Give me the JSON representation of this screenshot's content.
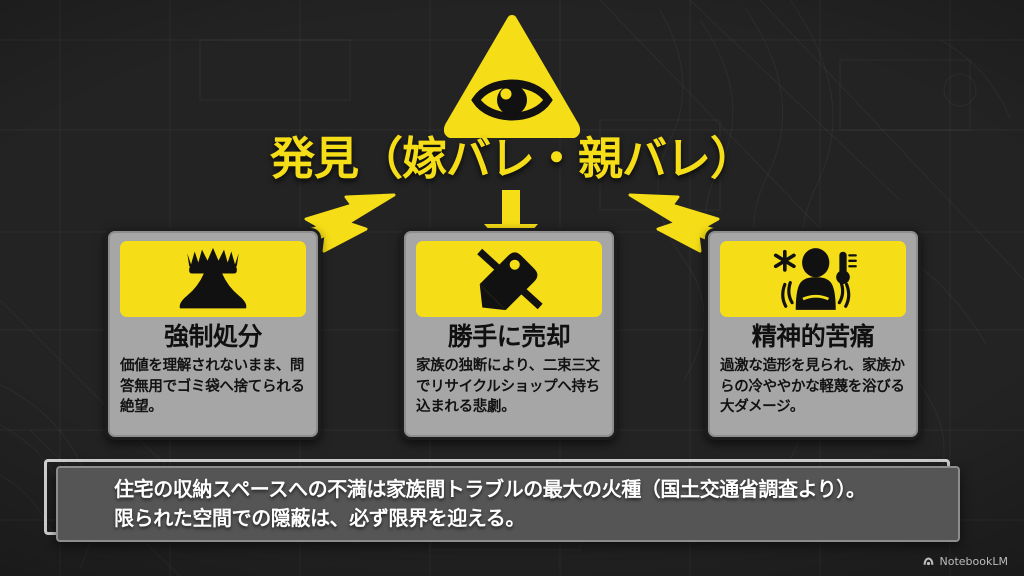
{
  "slide": {
    "background_color": "#232323",
    "accent_color": "#F5DE17",
    "card_surface_color": "#a6a6a6",
    "banner_color": "#555555"
  },
  "top_icon": {
    "name": "eye-in-triangle-warning-icon"
  },
  "headline": {
    "text": "発見（嫁バレ・親バレ）"
  },
  "arrows": [
    {
      "name": "lightning-arrow-left",
      "direction": "down-left"
    },
    {
      "name": "arrow-down-center",
      "direction": "down"
    },
    {
      "name": "lightning-arrow-right",
      "direction": "down-right"
    }
  ],
  "cards": [
    {
      "icon": "trash-bag-icon",
      "title": "強制処分",
      "body": "価値を理解されないまま、問答無用でゴミ袋へ捨てられる絶望。"
    },
    {
      "icon": "price-tag-crossed-out-icon",
      "title": "勝手に売却",
      "body": "家族の独断により、二束三文でリサイクルショップへ持ち込まれる悲劇。"
    },
    {
      "icon": "person-in-distress-fever-icon",
      "title": "精神的苦痛",
      "body": "過激な造形を見られ、家族からの冷ややかな軽蔑を浴びる大ダメージ。"
    }
  ],
  "banner": {
    "line1": "住宅の収納スペースへの不満は家族間トラブルの最大の火種（国土交通省調査より）。",
    "line2": "限られた空間での隠蔽は、必ず限界を迎える。"
  },
  "watermark": {
    "label": "NotebookLM",
    "icon": "notebooklm-logo-icon"
  }
}
